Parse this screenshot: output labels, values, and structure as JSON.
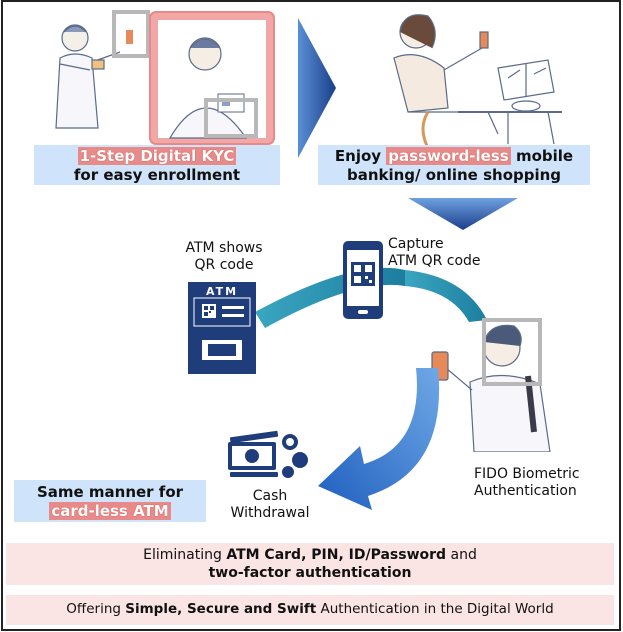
{
  "top_left_caption": {
    "highlight": "1-Step Digital KYC",
    "line2": "for easy enrollment"
  },
  "top_right_caption": {
    "pre": "Enjoy ",
    "highlight": "password-less",
    "post": " mobile",
    "line2": "banking/ online shopping"
  },
  "atm": {
    "label_line1": "ATM shows",
    "label_line2": "QR code",
    "screen_text": "ATM"
  },
  "capture": {
    "label_line1": "Capture",
    "label_line2": "ATM QR code"
  },
  "fido": {
    "label_line1": "FIDO Biometric",
    "label_line2": "Authentication"
  },
  "cash": {
    "label_line1": "Cash",
    "label_line2": "Withdrawal"
  },
  "same_manner": {
    "line1": "Same manner for",
    "highlight": "card-less ATM"
  },
  "bottom1": {
    "pre": "Eliminating ",
    "bold1": "ATM Card,  PIN, ID/Password",
    "mid": " and",
    "bold2": "two-factor authentication"
  },
  "bottom2": {
    "pre": "Offering ",
    "bold": "Simple, Secure and Swift",
    "post": " Authentication in the Digital World"
  },
  "colors": {
    "navy": "#1f3d7a",
    "blue_arrow": "#1f5fbf",
    "teal_arrow": "#2a9bb8",
    "caption_bg": "#cfe3fa",
    "pink_bg": "#fbe4e4",
    "highlight_red": "#e88a8a"
  }
}
